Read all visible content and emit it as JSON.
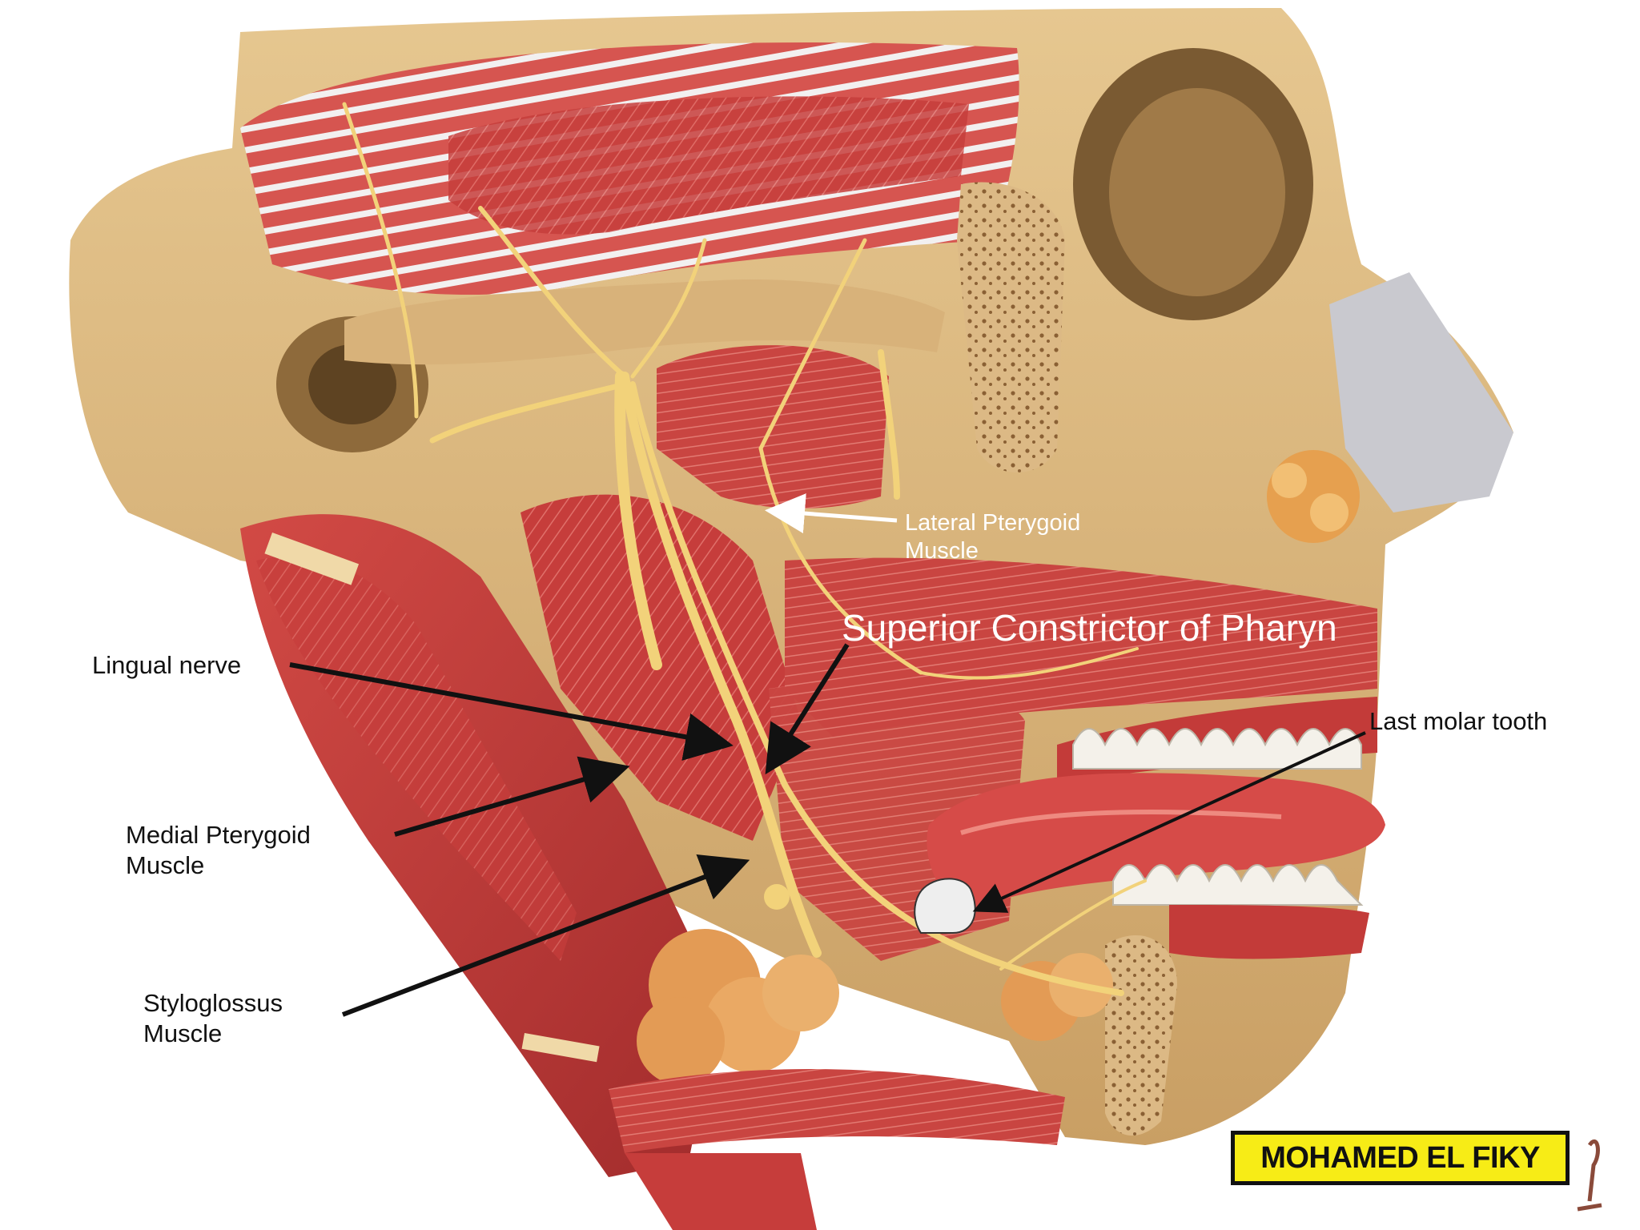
{
  "labels": {
    "lingual_nerve": "Lingual nerve",
    "medial_pterygoid_line1": "Medial Pterygoid",
    "medial_pterygoid_line2": "Muscle",
    "styloglossus_line1": "Styloglossus",
    "styloglossus_line2": "Muscle",
    "lateral_pterygoid_line1": "Lateral Pterygoid",
    "lateral_pterygoid_line2": "Muscle",
    "superior_constrictor": "Superior Constrictor of Pharyn",
    "last_molar_tooth": "Last molar tooth"
  },
  "signature": "MOHAMED EL FIKY",
  "colors": {
    "bone": "#d9b57e",
    "muscle": "#c63d3b",
    "muscle_dark": "#9c2a2a",
    "nerve": "#f2d27a",
    "gland": "#e8a45a",
    "cartilage": "#c9c9cf",
    "arrow": "#111111",
    "label_light": "#ffffff",
    "signature_bg": "#f7ec16"
  }
}
